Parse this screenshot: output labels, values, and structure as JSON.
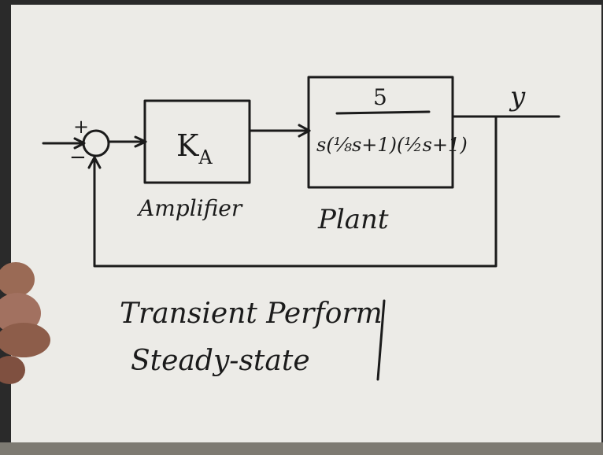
{
  "diagram": {
    "input_signs": {
      "plus": "+",
      "minus": "−"
    },
    "amplifier": {
      "block_label": "K",
      "block_subscript": "A",
      "caption": "Amplifier"
    },
    "plant": {
      "numerator": "5",
      "denominator": "s(⅛s+1)(½s+1)",
      "caption": "Plant"
    },
    "output_label": "y"
  },
  "notes": {
    "line1": "Transient Perform",
    "line2": "Steady-state"
  }
}
